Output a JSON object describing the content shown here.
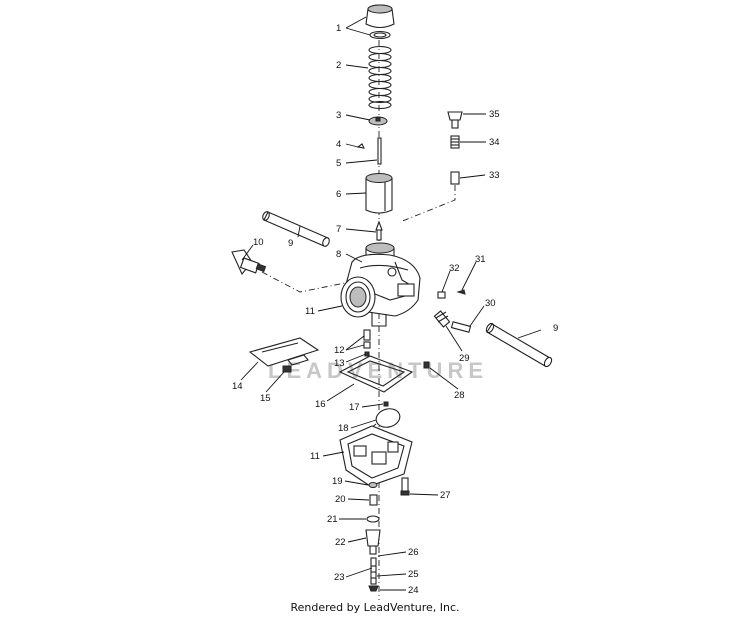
{
  "diagram": {
    "callouts": {
      "c1": "1",
      "c2": "2",
      "c3": "3",
      "c4": "4",
      "c5": "5",
      "c6": "6",
      "c7": "7",
      "c8": "8",
      "c9a": "9",
      "c9b": "9",
      "c10": "10",
      "c11a": "11",
      "c11b": "11",
      "c12": "12",
      "c13": "13",
      "c14": "14",
      "c15": "15",
      "c16": "16",
      "c17": "17",
      "c18": "18",
      "c19": "19",
      "c20": "20",
      "c21": "21",
      "c22": "22",
      "c23": "23",
      "c24": "24",
      "c25": "25",
      "c26": "26",
      "c27": "27",
      "c28": "28",
      "c29": "29",
      "c30": "30",
      "c31": "31",
      "c32": "32",
      "c33": "33",
      "c34": "34",
      "c35": "35"
    },
    "watermark": "LEADVENTURE"
  },
  "footer": {
    "credit": "Rendered by LeadVenture, Inc."
  }
}
